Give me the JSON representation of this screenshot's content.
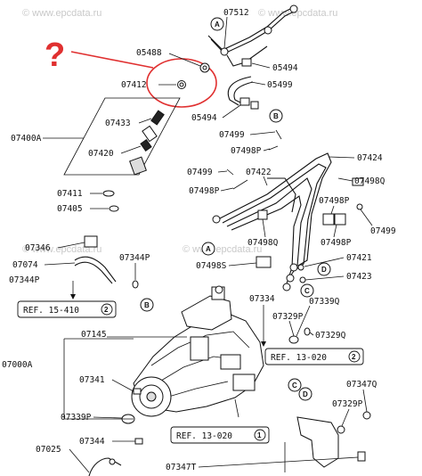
{
  "watermarks": [
    "© www.epcdata.ru",
    "© www.epcdata.ru",
    "© www.epcdata.ru",
    "© www.epcdata.ru"
  ],
  "annotation": {
    "mark": "?",
    "color": "#e03030"
  },
  "labels": {
    "l07512": "07512",
    "l05488": "05488",
    "l05494a": "05494",
    "l05499": "05499",
    "l07412": "07412",
    "l05494b": "05494",
    "l07433": "07433",
    "l07400A": "07400A",
    "l07499a": "07499",
    "l07498Pa": "07498P",
    "l07420": "07420",
    "l07424": "07424",
    "l07499b": "07499",
    "l07422": "07422",
    "l07498Pb": "07498P",
    "l07498Q": "07498Q",
    "l07411": "07411",
    "l07498Pc": "07498P",
    "l07405": "07405",
    "l07499c": "07499",
    "l07498Qb": "07498Q",
    "l07498Pd": "07498P",
    "l07346": "07346",
    "l07344Pa": "07344P",
    "l07421": "07421",
    "l07074": "07074",
    "l07498S": "07498S",
    "l07423": "07423",
    "l07344Pb": "07344P",
    "l07334": "07334",
    "l07339Q": "07339Q",
    "l07329Pa": "07329P",
    "l07145": "07145",
    "l07329Q": "07329Q",
    "l07000A": "07000A",
    "l07341": "07341",
    "l07347Q": "07347Q",
    "l07339P": "07339P",
    "l07329Pb": "07329P",
    "l07344": "07344",
    "l07025": "07025",
    "l07347T": "07347T"
  },
  "refs": {
    "r1": {
      "text": "REF. 15-410",
      "num": "2"
    },
    "r2": {
      "text": "REF. 13-020",
      "num": "2"
    },
    "r3": {
      "text": "REF. 13-020",
      "num": "1"
    }
  },
  "callouts": {
    "A1": "A",
    "A2": "A",
    "B1": "B",
    "B2": "B",
    "C1": "C",
    "C2": "C",
    "D1": "D",
    "D2": "D"
  }
}
